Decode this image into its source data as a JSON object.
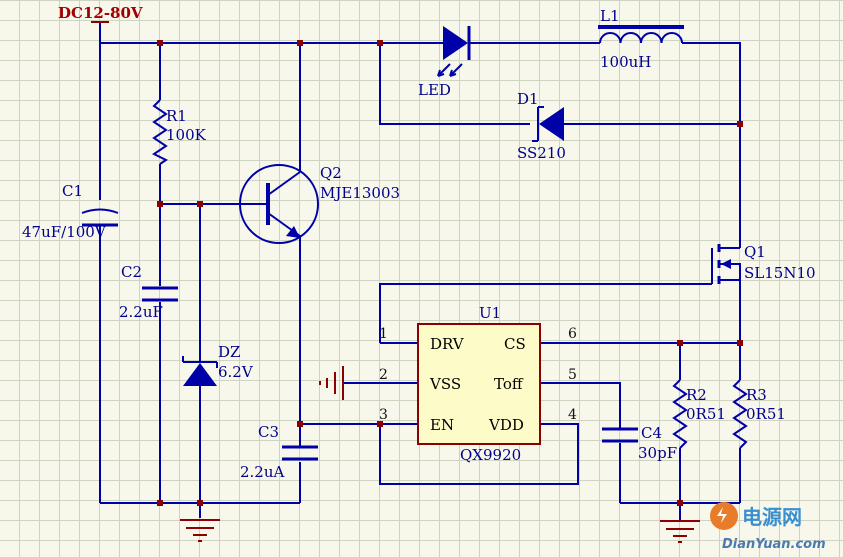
{
  "supply": {
    "label": "DC12-80V"
  },
  "components": {
    "led": {
      "name": "LED"
    },
    "l1": {
      "name": "L1",
      "value": "100uH"
    },
    "d1": {
      "name": "D1",
      "value": "SS210"
    },
    "r1": {
      "name": "R1",
      "value": "100K"
    },
    "c1": {
      "name": "C1",
      "value": "47uF/100V"
    },
    "c2": {
      "name": "C2",
      "value": "2.2uF"
    },
    "dz": {
      "name": "DZ",
      "value": "6.2V"
    },
    "q2": {
      "name": "Q2",
      "value": "MJE13003"
    },
    "c3": {
      "name": "C3",
      "value": "2.2uA"
    },
    "q1": {
      "name": "Q1",
      "value": "SL15N10"
    },
    "u1": {
      "name": "U1",
      "value": "QX9920",
      "pins": [
        {
          "number": "1",
          "name": "DRV"
        },
        {
          "number": "2",
          "name": "VSS"
        },
        {
          "number": "3",
          "name": "EN"
        },
        {
          "number": "6",
          "name": "CS"
        },
        {
          "number": "5",
          "name": "Toff"
        },
        {
          "number": "4",
          "name": "VDD"
        }
      ]
    },
    "c4": {
      "name": "C4",
      "value": "30pF"
    },
    "r2": {
      "name": "R2",
      "value": "0R51"
    },
    "r3": {
      "name": "R3",
      "value": "0R51"
    }
  },
  "watermark": {
    "brand": "电源网",
    "site": "DianYuan.com"
  },
  "colors": {
    "wire": "#0000a8",
    "label": "#00008b",
    "supply": "#a00000",
    "junction": "#8b0000",
    "chip_fill": "#fdfbc8"
  }
}
